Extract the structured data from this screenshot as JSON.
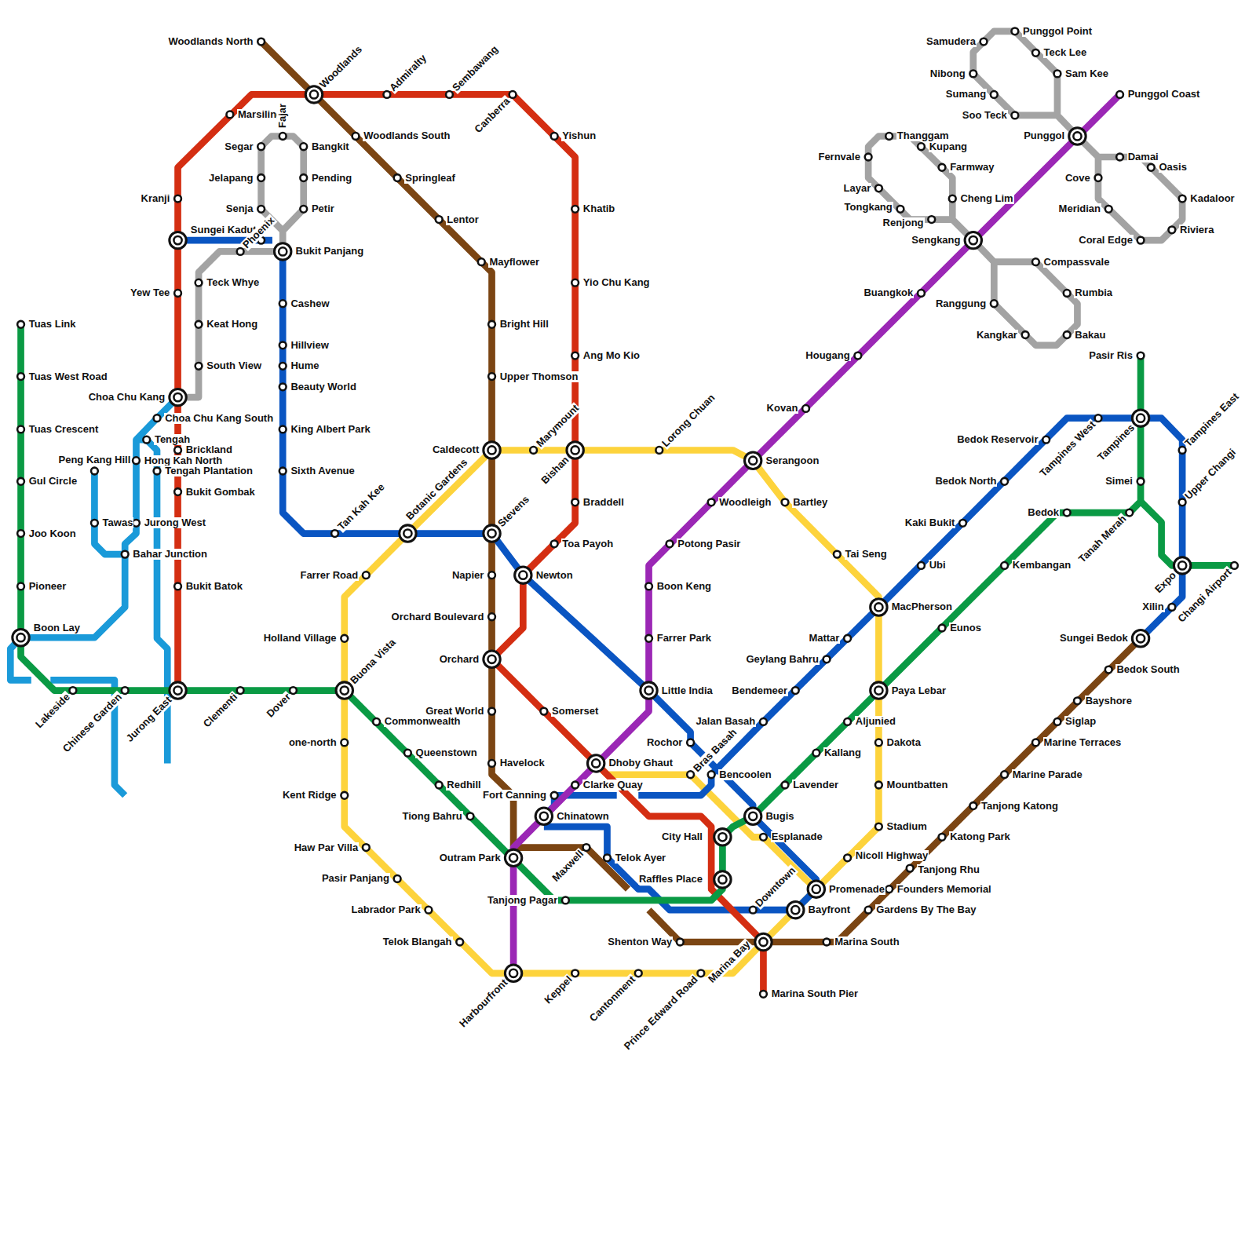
{
  "diagram": {
    "labels": [
      "Tuas Link",
      "Tuas West Road",
      "Tuas Crescent",
      "Gul Circle",
      "Joo Koon",
      "Pioneer",
      "Boon Lay",
      "Lakeside",
      "Chinese Garden",
      "Jurong East",
      "Clementi",
      "Dover",
      "Buona Vista",
      "Commonwealth",
      "Queenstown",
      "Redhill",
      "Tiong Bahru",
      "Outram Park",
      "Tanjong Pagar",
      "Raffles Place",
      "City Hall",
      "Bugis",
      "Lavender",
      "Kallang",
      "Aljunied",
      "Paya Lebar",
      "Eunos",
      "Kembangan",
      "Bedok",
      "Tanah Merah",
      "Simei",
      "Tampines",
      "Pasir Ris",
      "Expo",
      "Changi Airport",
      "Bukit Batok",
      "Bukit Gombak",
      "Brickland",
      "Choa Chu Kang",
      "Yew Tee",
      "Sungei Kadut",
      "Kranji",
      "Marsiling",
      "Woodlands",
      "Admiralty",
      "Sembawang",
      "Canberra",
      "Yishun",
      "Khatib",
      "Yio Chu Kang",
      "Ang Mo Kio",
      "Bishan",
      "Braddell",
      "Toa Payoh",
      "Newton",
      "Orchard",
      "Somerset",
      "Dhoby Ghaut",
      "Marina Bay",
      "Marina South Pier",
      "Harbourfront",
      "Chinatown",
      "Clarke Quay",
      "Little India",
      "Farrer Park",
      "Boon Keng",
      "Potong Pasir",
      "Woodleigh",
      "Serangoon",
      "Kovan",
      "Hougang",
      "Buangkok",
      "Sengkang",
      "Punggol",
      "Punggol Coast",
      "Bukit Panjang",
      "Cashew",
      "Hillview",
      "Hume",
      "Beauty World",
      "King Albert Park",
      "Sixth Avenue",
      "Tan Kah Kee",
      "Botanic Gardens",
      "Stevens",
      "Rochor",
      "Bencoolen",
      "Fort Canning",
      "Telok Ayer",
      "Downtown",
      "Bayfront",
      "Promenade",
      "Jalan Basah",
      "Bendemeer",
      "Geylang Bahru",
      "Mattar",
      "MacPherson",
      "Ubi",
      "Kaki Bukit",
      "Bedok North",
      "Bedok Reservoir",
      "Tampines West",
      "Tampines East",
      "Upper Changi",
      "Xilin",
      "Sungei Bedok",
      "Bras Basah",
      "Esplanade",
      "Nicoll Highway",
      "Stadium",
      "Mountbatten",
      "Dakota",
      "Tai Seng",
      "Bartley",
      "Lorong Chuan",
      "Marymount",
      "Caldecott",
      "Farrer Road",
      "Holland Village",
      "one-north",
      "Kent Ridge",
      "Haw Par Villa",
      "Pasir Panjang",
      "Labrador Park",
      "Telok Blangah",
      "Keppel",
      "Cantonment",
      "Prince Edward Road",
      "Woodlands North",
      "Woodlands South",
      "Springleaf",
      "Lentor",
      "Mayflower",
      "Bright Hill",
      "Upper Thomson",
      "Napier",
      "Orchard Boulevard",
      "Great World",
      "Havelock",
      "Maxwell",
      "Shenton Way",
      "Marina South",
      "Gardens By The Bay",
      "Founders Memorial",
      "Tanjong Rhu",
      "Katong Park",
      "Tanjong Katong",
      "Marine Parade",
      "Marine Terraces",
      "Siglap",
      "Bayshore",
      "Bedok South",
      "Peng Kang Hill",
      "Tawas",
      "Bahar Junction",
      "Choa Chu Kang South",
      "Tengah",
      "Hong Kah North",
      "Tengah Plantation",
      "Jurong West",
      "Teck Whye",
      "Keat Hong",
      "South View",
      "Phoenix",
      "Senja",
      "Jelapang",
      "Segar",
      "Fajar",
      "Bangkit",
      "Pending",
      "Petir",
      "Renjong",
      "Tongkang",
      "Layar",
      "Fernvale",
      "Thanggam",
      "Kupang",
      "Farmway",
      "Cheng Lim",
      "Compassvale",
      "Rumbia",
      "Bakau",
      "Kangkar",
      "Ranggung",
      "Sam Kee",
      "Teck Lee",
      "Punggol Point",
      "Samudera",
      "Nibong",
      "Sumang",
      "Soo Teck",
      "Damai",
      "Oasis",
      "Kadaloor",
      "Riviera",
      "Coral Edge",
      "Meridian",
      "Cove"
    ]
  }
}
